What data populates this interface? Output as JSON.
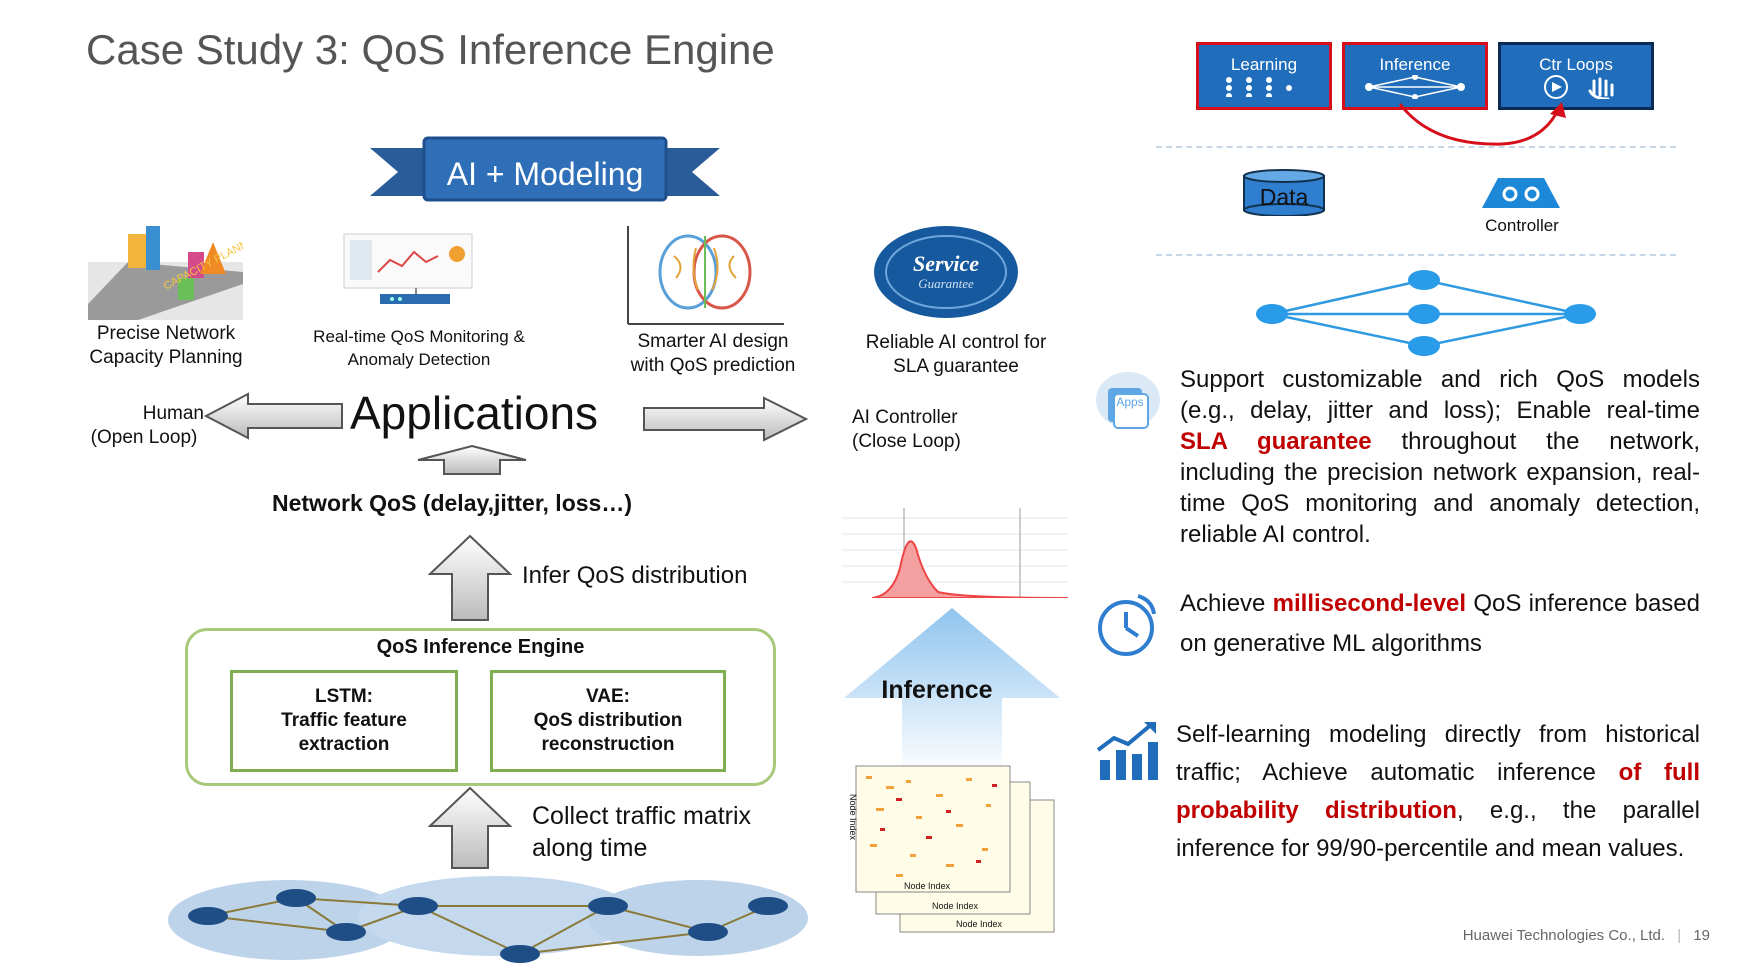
{
  "title": "Case Study 3: QoS Inference Engine",
  "banner": "AI + Modeling",
  "applications": {
    "precise": [
      "Precise Network",
      "Capacity Planning"
    ],
    "realtime": [
      "Real-time QoS Monitoring &",
      "Anomaly Detection"
    ],
    "smarter": [
      "Smarter AI design",
      "with QoS prediction"
    ],
    "reliable": [
      "Reliable AI control for",
      "SLA guarantee"
    ],
    "service_seal": [
      "Service",
      "Guarantee"
    ],
    "capacity_sign": "CAPACITY PLANNING"
  },
  "applications_label": "Applications",
  "human_label": [
    "Human",
    "(Open Loop)"
  ],
  "ai_controller_label": [
    "AI Controller",
    "(Close Loop)"
  ],
  "network_qos": "Network QoS (delay,jitter, loss…)",
  "infer_qos": "Infer QoS distribution",
  "engine": {
    "title": "QoS Inference Engine",
    "lstm": [
      "LSTM:",
      "Traffic feature",
      "extraction"
    ],
    "vae": [
      "VAE:",
      "QoS distribution",
      "reconstruction"
    ]
  },
  "collect": [
    "Collect traffic matrix",
    "along time"
  ],
  "inference_label": "Inference",
  "matrix_labels": [
    "Node Index",
    "Node Index",
    "Node Index",
    "Node Index"
  ],
  "top_buttons": [
    "Learning",
    "Inference",
    "Ctr Loops"
  ],
  "data_label": "Data",
  "controller_label": "Controller",
  "apps_icon_label": "Apps",
  "point1": {
    "a": "Support customizable and rich QoS models (e.g., delay, jitter and loss); Enable real-time",
    "b": "SLA guarantee",
    "c": "throughout the network, including the precision network expansion, real-time QoS monitoring and anomaly detection, reliable AI control."
  },
  "point2": {
    "a": "Achieve",
    "b": "millisecond-level",
    "c": "QoS inference based on generative ML algorithms"
  },
  "point3": {
    "a": "Self-learning modeling directly from historical traffic; Achieve automatic inference",
    "b": "of full probability distribution",
    "c": ", e.g., the parallel inference for 99/90-percentile and mean values."
  },
  "footer": {
    "company": "Huawei Technologies Co., Ltd.",
    "page": "19"
  },
  "colors": {
    "accent_red": "#c00000",
    "blue": "#1f6dbb",
    "green": "#7fae4e"
  }
}
